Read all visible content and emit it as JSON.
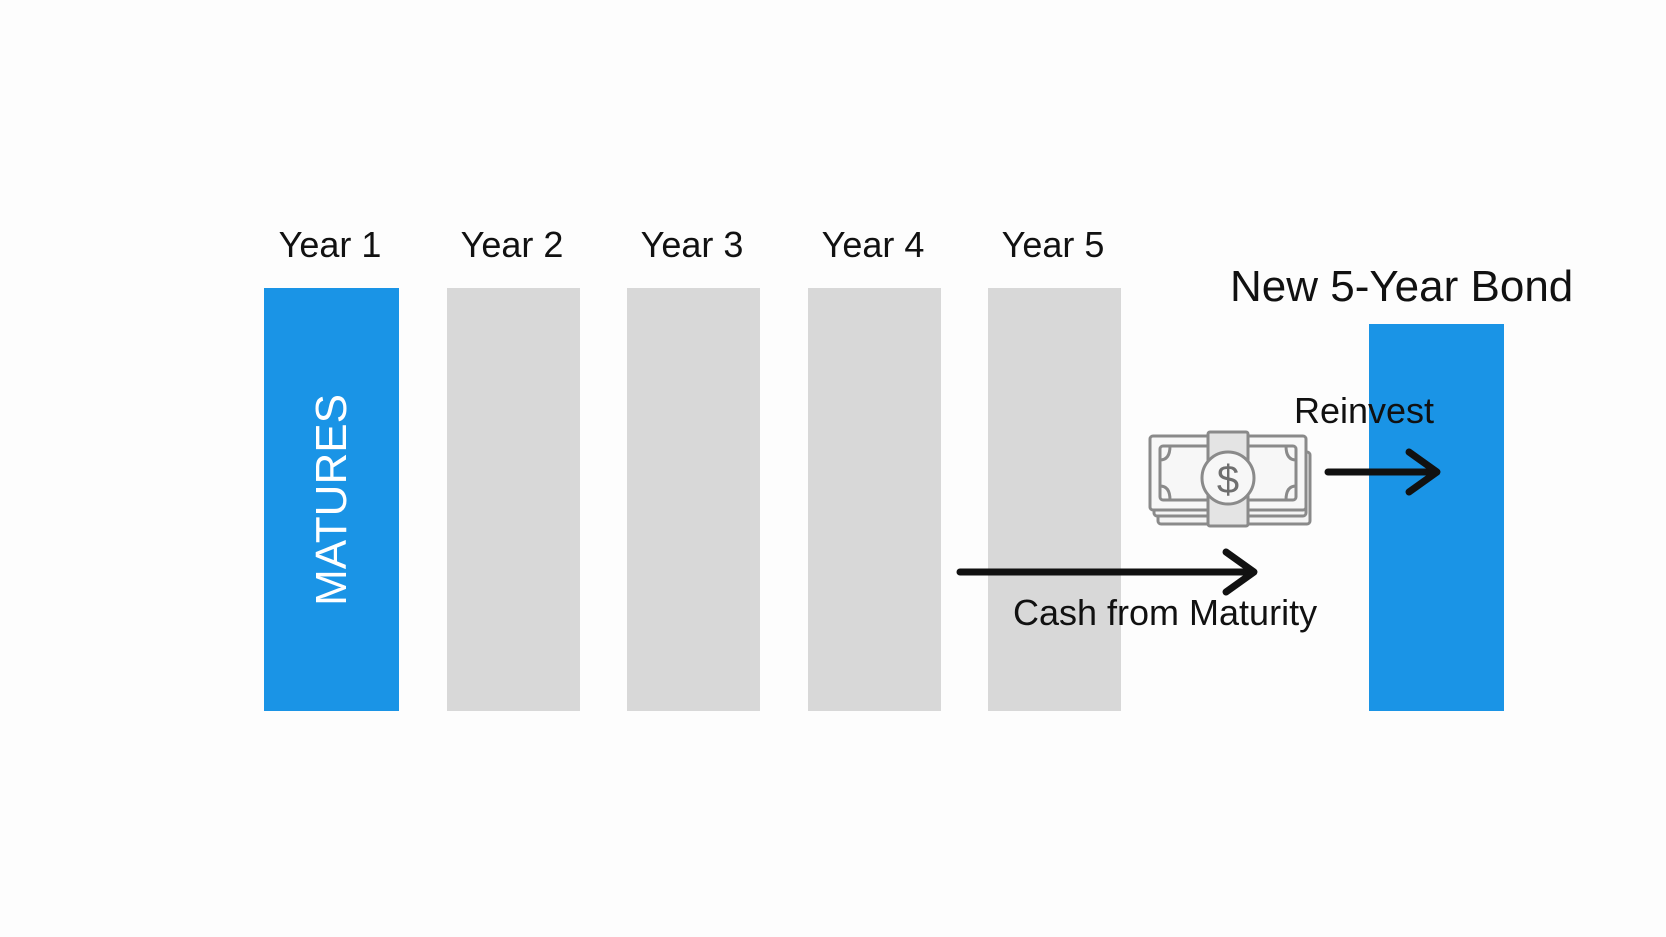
{
  "years": [
    "Year 1",
    "Year 2",
    "Year 3",
    "Year 4",
    "Year 5"
  ],
  "first_bar_label": "MATURES",
  "new_bond_title": "New 5-Year Bond",
  "reinvest_label": "Reinvest",
  "cash_label": "Cash from Maturity",
  "icons": {
    "money": "money-bill-icon",
    "arrow": "arrow-right-icon"
  },
  "colors": {
    "matured_bond": "#1a94e6",
    "holding_bond": "#d8d8d8",
    "new_bond": "#1a94e6",
    "text": "#111111"
  }
}
